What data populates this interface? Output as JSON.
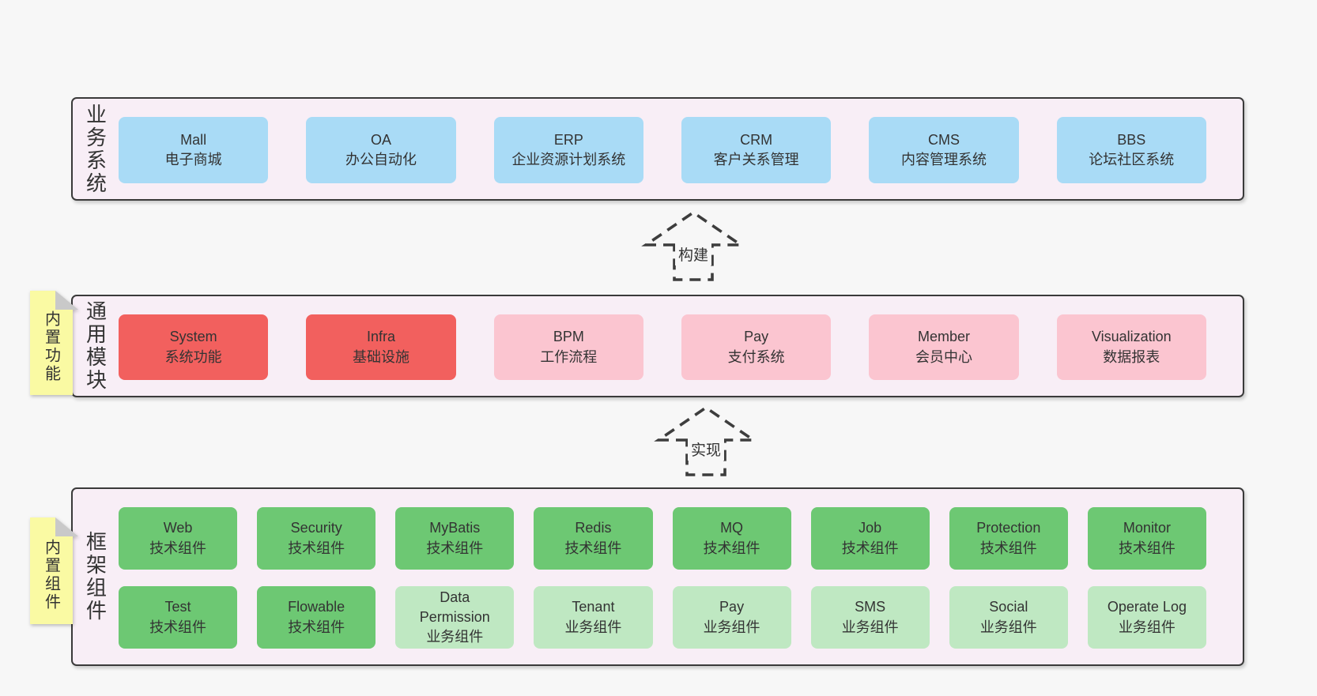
{
  "colors": {
    "page_bg": "#f7f7f7",
    "section_bg": "#f8eef6",
    "section_border": "#3a3a3a",
    "text": "#333333",
    "blue": "#a9dbf6",
    "red": "#f2605e",
    "pink": "#fbc5d0",
    "green": "#6dc873",
    "green_light": "#bfe8c2",
    "yellow": "#fafaa3",
    "fold_gray": "#c9c9c9",
    "arrow": "#3d3d3d"
  },
  "sections": {
    "business": {
      "label": "业务系统",
      "boxes": [
        {
          "en": "Mall",
          "zh": "电子商城"
        },
        {
          "en": "OA",
          "zh": "办公自动化"
        },
        {
          "en": "ERP",
          "zh": "企业资源计划系统"
        },
        {
          "en": "CRM",
          "zh": "客户关系管理"
        },
        {
          "en": "CMS",
          "zh": "内容管理系统"
        },
        {
          "en": "BBS",
          "zh": "论坛社区系统"
        }
      ]
    },
    "modules": {
      "label": "通用模块",
      "sticky": "内置功能",
      "boxes": [
        {
          "en": "System",
          "zh": "系统功能"
        },
        {
          "en": "Infra",
          "zh": "基础设施"
        },
        {
          "en": "BPM",
          "zh": "工作流程"
        },
        {
          "en": "Pay",
          "zh": "支付系统"
        },
        {
          "en": "Member",
          "zh": "会员中心"
        },
        {
          "en": "Visualization",
          "zh": "数据报表"
        }
      ]
    },
    "components": {
      "label": "框架组件",
      "sticky": "内置组件",
      "row1": [
        {
          "en": "Web",
          "zh": "技术组件"
        },
        {
          "en": "Security",
          "zh": "技术组件"
        },
        {
          "en": "MyBatis",
          "zh": "技术组件"
        },
        {
          "en": "Redis",
          "zh": "技术组件"
        },
        {
          "en": "MQ",
          "zh": "技术组件"
        },
        {
          "en": "Job",
          "zh": "技术组件"
        },
        {
          "en": "Protection",
          "zh": "技术组件"
        },
        {
          "en": "Monitor",
          "zh": "技术组件"
        }
      ],
      "row2": [
        {
          "en": "Test",
          "zh": "技术组件"
        },
        {
          "en": "Flowable",
          "zh": "技术组件"
        },
        {
          "en": "Data Permission",
          "zh": "业务组件"
        },
        {
          "en": "Tenant",
          "zh": "业务组件"
        },
        {
          "en": "Pay",
          "zh": "业务组件"
        },
        {
          "en": "SMS",
          "zh": "业务组件"
        },
        {
          "en": "Social",
          "zh": "业务组件"
        },
        {
          "en": "Operate Log",
          "zh": "业务组件"
        }
      ]
    }
  },
  "arrows": {
    "build": "构建",
    "implement": "实现"
  }
}
